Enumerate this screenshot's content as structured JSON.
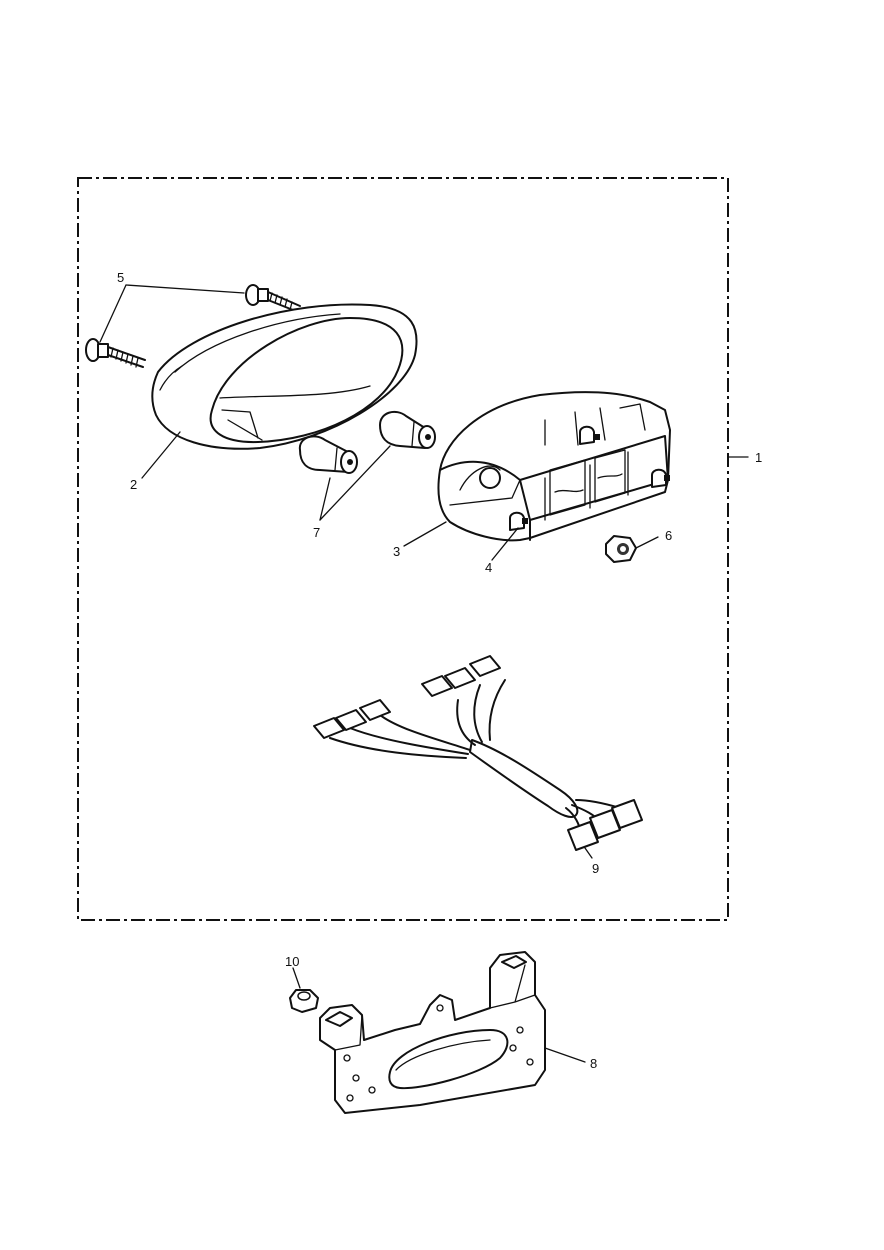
{
  "diagram": {
    "callouts": [
      {
        "id": "1",
        "label": "1"
      },
      {
        "id": "2",
        "label": "2"
      },
      {
        "id": "3",
        "label": "3"
      },
      {
        "id": "4",
        "label": "4"
      },
      {
        "id": "5",
        "label": "5"
      },
      {
        "id": "6",
        "label": "6"
      },
      {
        "id": "7",
        "label": "7"
      },
      {
        "id": "8",
        "label": "8"
      },
      {
        "id": "9",
        "label": "9"
      },
      {
        "id": "10",
        "label": "10"
      }
    ],
    "colors": {
      "line": "#111111",
      "background": "#ffffff"
    }
  }
}
